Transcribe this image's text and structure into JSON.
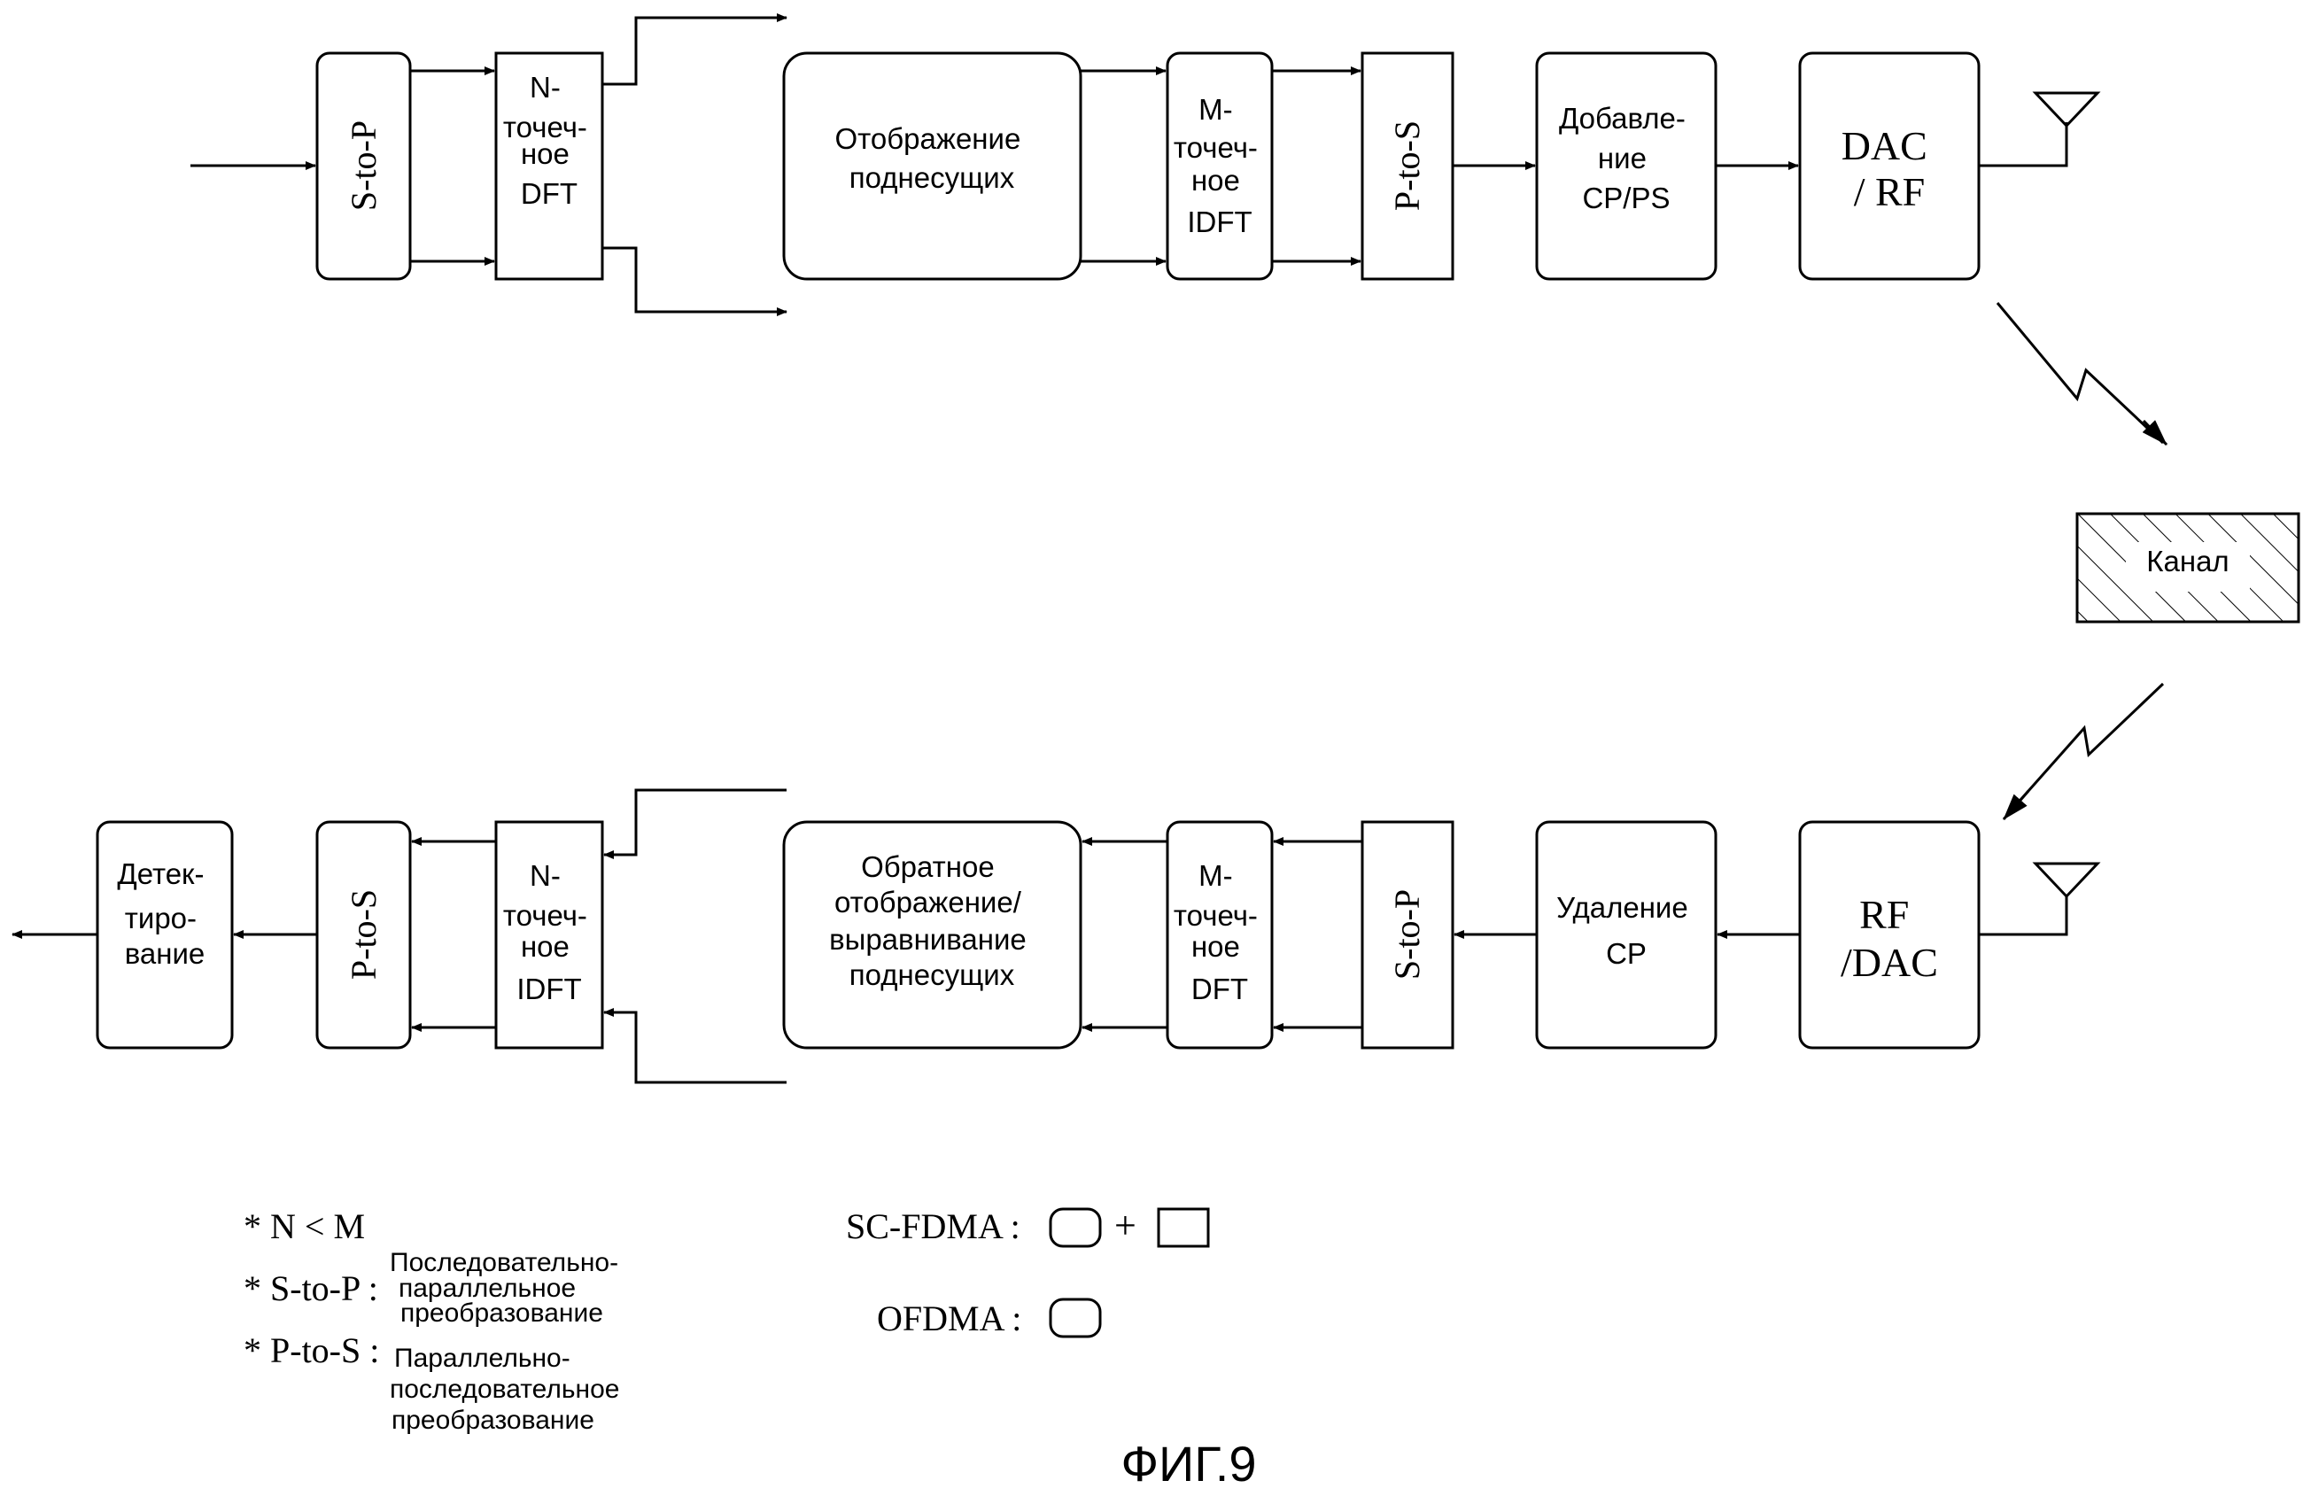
{
  "tx": {
    "s_to_p": "S-to-P",
    "n_dft": [
      "N-",
      "точеч-",
      "ное",
      "DFT"
    ],
    "subcarrier_mapping": [
      "Отображение",
      "поднесущих"
    ],
    "m_idft": [
      "M-",
      "точеч-",
      "ное",
      "IDFT"
    ],
    "p_to_s": "P-to-S",
    "add_cp": [
      "Добавле-",
      "ние",
      "CP/PS"
    ],
    "dac_rf": [
      "DAC",
      "/ RF"
    ]
  },
  "channel": "Канал",
  "rx": {
    "detection": [
      "Детек-",
      "тиро-",
      "вание"
    ],
    "p_to_s": "P-to-S",
    "n_idft": [
      "N-",
      "точеч-",
      "ное",
      "IDFT"
    ],
    "demapping": [
      "Обратное",
      "отображение/",
      "выравнивание",
      "поднесущих"
    ],
    "m_dft": [
      "M-",
      "точеч-",
      "ное",
      "DFT"
    ],
    "s_to_p": "S-to-P",
    "remove_cp": [
      "Удаление",
      "CP"
    ],
    "rf_dac": [
      "RF",
      "/DAC"
    ]
  },
  "legend": {
    "n_lt_m": "* N < M",
    "s_to_p_key": "* S-to-P :",
    "s_to_p_desc": [
      "Последовательно-",
      "параллельное",
      "преобразование"
    ],
    "p_to_s_key": "* P-to-S :",
    "p_to_s_desc": [
      "Параллельно-",
      "последовательное",
      "преобразование"
    ],
    "sc_fdma": "SC-FDMA :",
    "plus": "+",
    "ofdma": "OFDMA :"
  },
  "figure_label": "ФИГ.9"
}
